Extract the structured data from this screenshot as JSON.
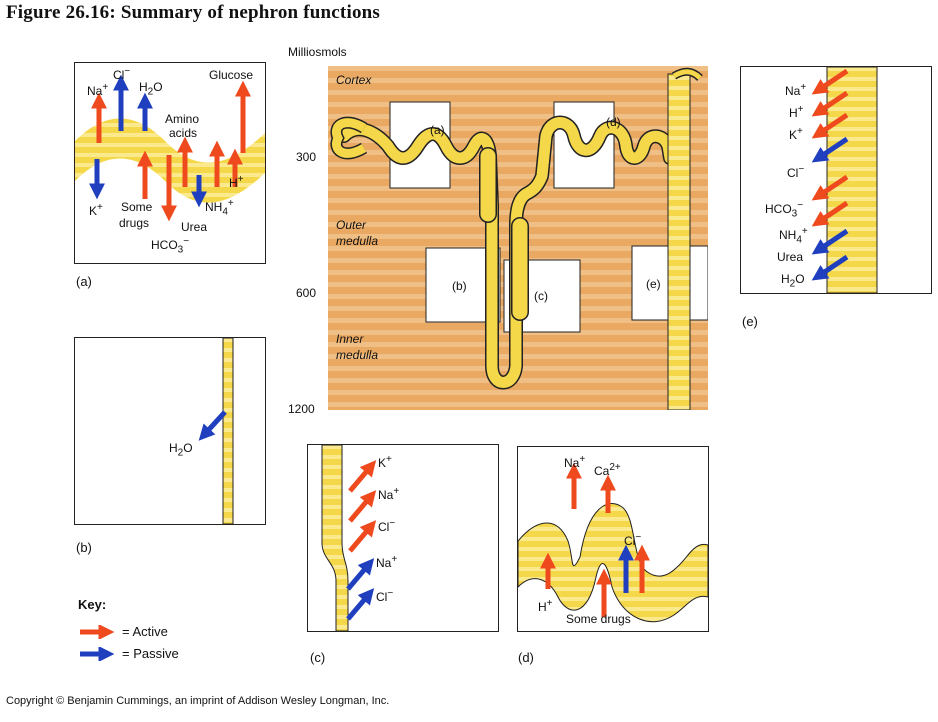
{
  "title": "Figure 26.16: Summary of nephron functions",
  "copyright": "Copyright © Benjamin Cummings, an imprint of Addison Wesley Longman, Inc.",
  "colors": {
    "active": "#ef4a1e",
    "passive": "#1f3fbf",
    "tubule": "#f5d74a",
    "tissue": "#e8a45e",
    "outline": "#222222"
  },
  "main": {
    "axis_title": "Milliosmols",
    "ticks": [
      "300",
      "600",
      "1200"
    ],
    "regions": [
      "Cortex",
      "Outer medulla",
      "Inner medulla"
    ],
    "insets": [
      "(a)",
      "(b)",
      "(c)",
      "(d)",
      "(e)"
    ]
  },
  "panel_a": {
    "caption": "(a)",
    "labels": {
      "na": "Na",
      "na_sup": "+",
      "cl": "Cl",
      "cl_sup": "−",
      "h2o_h": "H",
      "h2o_sub": "2",
      "h2o_o": "O",
      "glucose": "Glucose",
      "amino": "Amino",
      "acids": "acids",
      "h": "H",
      "h_sup": "+",
      "nh": "NH",
      "nh_sub": "4",
      "nh_sup": "+",
      "k": "K",
      "k_sup": "+",
      "some": "Some",
      "drugs": "drugs",
      "urea": "Urea",
      "hco": "HCO",
      "hco_sub": "3",
      "hco_sup": "−"
    }
  },
  "panel_b": {
    "caption": "(b)",
    "labels": {
      "h": "H",
      "sub": "2",
      "o": "O"
    }
  },
  "panel_c": {
    "caption": "(c)",
    "labels": {
      "k": "K",
      "k_sup": "+",
      "na1": "Na",
      "na1_sup": "+",
      "cl1": "Cl",
      "cl1_sup": "−",
      "na2": "Na",
      "na2_sup": "+",
      "cl2": "Cl",
      "cl2_sup": "−"
    }
  },
  "panel_d": {
    "caption": "(d)",
    "labels": {
      "na": "Na",
      "na_sup": "+",
      "ca": "Ca",
      "ca_sup": "2+",
      "cl": "Cl",
      "cl_sup": "−",
      "h": "H",
      "h_sup": "+",
      "drugs": "Some drugs"
    }
  },
  "panel_e": {
    "caption": "(e)",
    "labels": {
      "na": "Na",
      "na_sup": "+",
      "h": "H",
      "h_sup": "+",
      "k": "K",
      "k_sup": "+",
      "cl": "Cl",
      "cl_sup": "−",
      "hco": "HCO",
      "hco_sub": "3",
      "hco_sup": "−",
      "nh": "NH",
      "nh_sub": "4",
      "nh_sup": "+",
      "urea": "Urea",
      "h2o_h": "H",
      "h2o_sub": "2",
      "h2o_o": "O"
    }
  },
  "key": {
    "title": "Key:",
    "active": "= Active",
    "passive": "= Passive"
  }
}
